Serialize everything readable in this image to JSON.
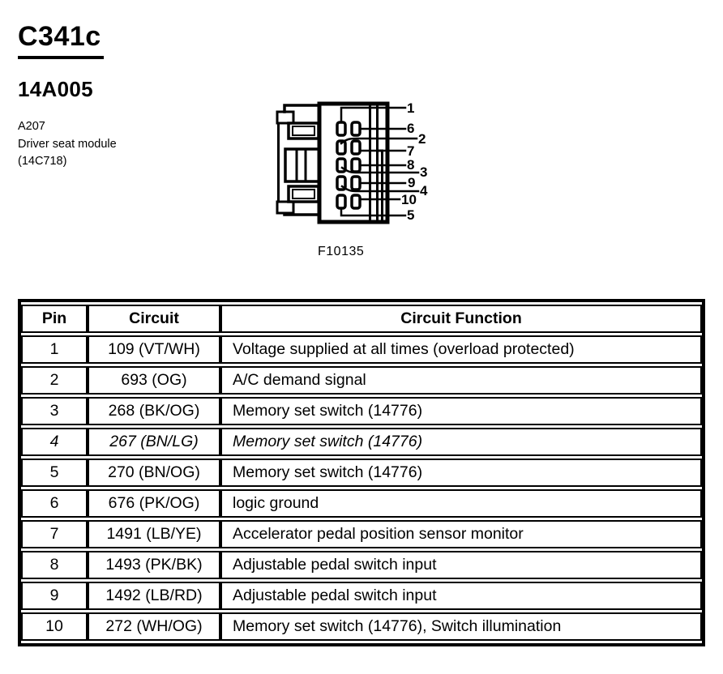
{
  "header": {
    "connector_id": "C341c",
    "part_number": "14A005",
    "location_code": "A207",
    "component_name": "Driver seat module",
    "component_base_number": "(14C718)"
  },
  "diagram": {
    "figure_id": "F10135",
    "pin_labels": [
      "1",
      "6",
      "2",
      "7",
      "8",
      "3",
      "9",
      "4",
      "10",
      "5"
    ]
  },
  "table": {
    "headers": [
      "Pin",
      "Circuit",
      "Circuit Function"
    ],
    "rows": [
      [
        "1",
        "109 (VT/WH)",
        "Voltage supplied at all times (overload protected)"
      ],
      [
        "2",
        "693 (OG)",
        "A/C demand signal"
      ],
      [
        "3",
        "268 (BK/OG)",
        "Memory set switch (14776)"
      ],
      [
        "4",
        "267 (BN/LG)",
        "Memory set switch (14776)"
      ],
      [
        "5",
        "270 (BN/OG)",
        "Memory set switch (14776)"
      ],
      [
        "6",
        "676 (PK/OG)",
        "logic ground"
      ],
      [
        "7",
        "1491 (LB/YE)",
        "Accelerator pedal position sensor monitor"
      ],
      [
        "8",
        "1493 (PK/BK)",
        "Adjustable pedal switch input"
      ],
      [
        "9",
        "1492 (LB/RD)",
        "Adjustable pedal switch input"
      ],
      [
        "10",
        "272 (WH/OG)",
        "Memory set switch (14776), Switch illumination"
      ]
    ]
  },
  "colors": {
    "ink": "#000000",
    "paper": "#ffffff"
  }
}
